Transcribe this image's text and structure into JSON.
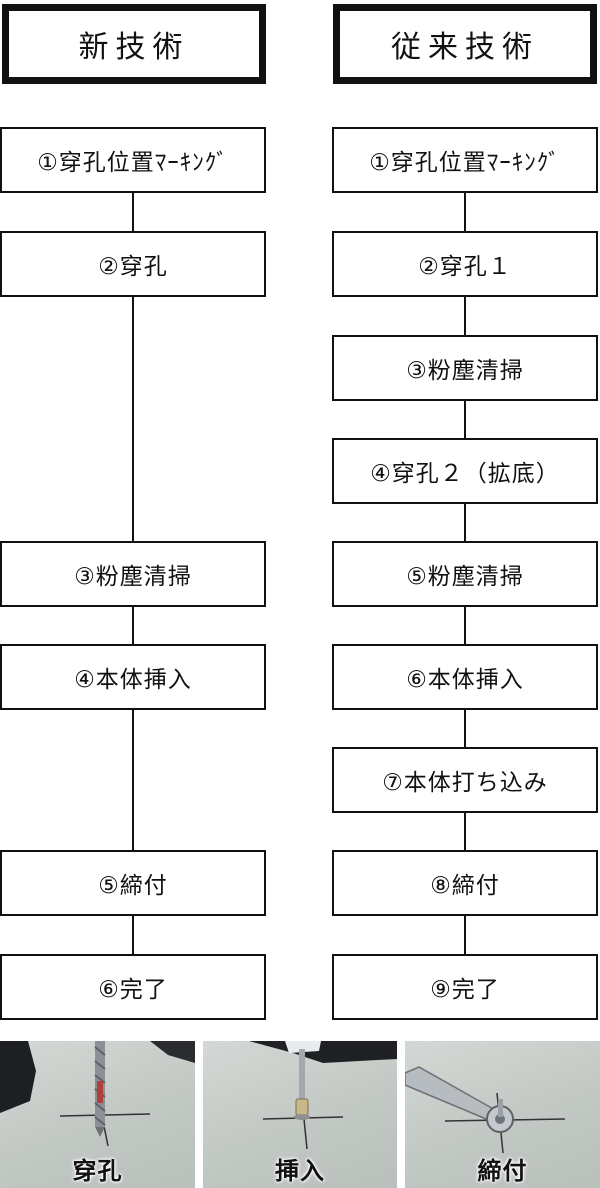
{
  "new_tech": {
    "title": "新技術",
    "steps": [
      "①穿孔位置ﾏｰｷﾝｸﾞ",
      "②穿孔",
      "③粉塵清掃",
      "④本体挿入",
      "⑤締付",
      "⑥完了"
    ]
  },
  "old_tech": {
    "title": "従来技術",
    "steps": [
      "①穿孔位置ﾏｰｷﾝｸﾞ",
      "②穿孔１",
      "③粉塵清掃",
      "④穿孔２（拡底）",
      "⑤粉塵清掃",
      "⑥本体挿入",
      "⑦本体打ち込み",
      "⑧締付",
      "⑨完了"
    ]
  },
  "photos": [
    {
      "caption": "穿孔"
    },
    {
      "caption": "挿入"
    },
    {
      "caption": "締付"
    }
  ]
}
